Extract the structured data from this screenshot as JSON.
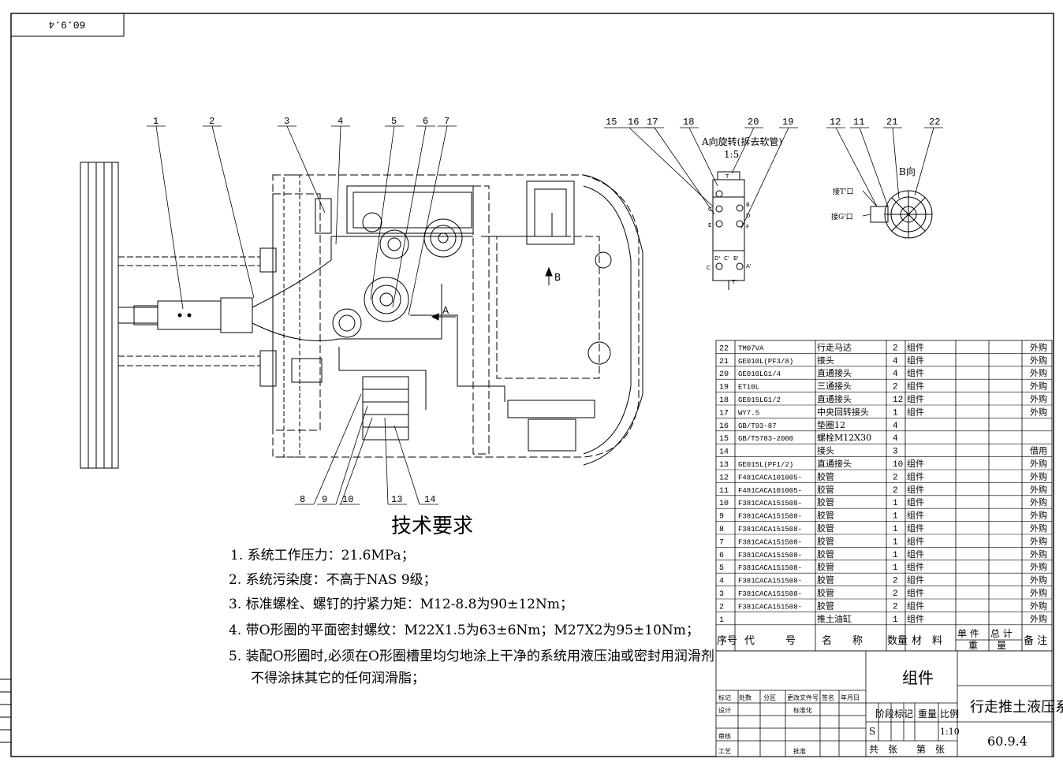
{
  "drawing_number": "60.9.4",
  "drawing_number_rotated": "60.9.4",
  "view_a": {
    "title": "A向旋转(拆去软管)",
    "scale": "1:5"
  },
  "view_b": {
    "title": "B向",
    "port_t": "接T'口",
    "port_g": "接G'口"
  },
  "arrow_labels": {
    "a": "A",
    "b": "B"
  },
  "view_a_port_labels": [
    "T",
    "B",
    "C",
    "D",
    "E",
    "F",
    "D'",
    "C'",
    "B'",
    "C",
    "A'",
    "T'"
  ],
  "main_callouts": [
    "1",
    "2",
    "3",
    "4",
    "5",
    "6",
    "7",
    "8",
    "9",
    "10",
    "13",
    "14"
  ],
  "view_a_callouts": [
    "15",
    "16",
    "17",
    "18",
    "20",
    "19"
  ],
  "view_b_callouts": [
    "12",
    "11",
    "21",
    "22"
  ],
  "tech_requirements": {
    "title": "技术要求",
    "items": [
      "1. 系统工作压力：21.6MPa；",
      "2. 系统污染度：不高于NAS 9级；",
      "3. 标准螺栓、螺钉的拧紧力矩：M12-8.8为90±12Nm；",
      "4. 带O形圈的平面密封螺纹：M22X1.5为63±6Nm；M27X2为95±10Nm；",
      "5. 装配O形圈时,必须在O形圈槽里均匀地涂上干净的系统用液压油或密封用润滑剂，",
      "不得涂抹其它的任何润滑脂；"
    ]
  },
  "parts_list": {
    "rows": [
      {
        "no": "22",
        "code": "TM07VA",
        "name": "行走马达",
        "qty": "2",
        "material": "组件",
        "note": "外购"
      },
      {
        "no": "21",
        "code": "GE010L(PF3/8)",
        "name": "接头",
        "qty": "4",
        "material": "组件",
        "note": "外购"
      },
      {
        "no": "20",
        "code": "GE010LG1/4",
        "name": "直通接头",
        "qty": "4",
        "material": "组件",
        "note": "外购"
      },
      {
        "no": "19",
        "code": "ET10L",
        "name": "三通接头",
        "qty": "2",
        "material": "组件",
        "note": "外购"
      },
      {
        "no": "18",
        "code": "GE015LG1/2",
        "name": "直通接头",
        "qty": "12",
        "material": "组件",
        "note": "外购"
      },
      {
        "no": "17",
        "code": "WY7.5",
        "name": "中央回转接头",
        "qty": "1",
        "material": "组件",
        "note": "外购"
      },
      {
        "no": "16",
        "code": "GB/T93-87",
        "name": "垫圈12",
        "qty": "4",
        "material": "",
        "note": ""
      },
      {
        "no": "15",
        "code": "GB/T5783-2000",
        "name": "螺栓M12X30",
        "qty": "4",
        "material": "",
        "note": ""
      },
      {
        "no": "14",
        "code": "",
        "name": "接头",
        "qty": "3",
        "material": "",
        "note": "借用"
      },
      {
        "no": "13",
        "code": "GE015L(PF1/2)",
        "name": "直通接头",
        "qty": "10",
        "material": "组件",
        "note": "外购"
      },
      {
        "no": "12",
        "code": "F481CACA101005-",
        "name": "胶管",
        "qty": "2",
        "material": "组件",
        "note": "外购"
      },
      {
        "no": "11",
        "code": "F481CACA101005-",
        "name": "胶管",
        "qty": "2",
        "material": "组件",
        "note": "外购"
      },
      {
        "no": "10",
        "code": "F381CACA151508-",
        "name": "胶管",
        "qty": "1",
        "material": "组件",
        "note": "外购"
      },
      {
        "no": "9",
        "code": "F381CACA151508-",
        "name": "胶管",
        "qty": "1",
        "material": "组件",
        "note": "外购"
      },
      {
        "no": "8",
        "code": "F381CACA151508-",
        "name": "胶管",
        "qty": "1",
        "material": "组件",
        "note": "外购"
      },
      {
        "no": "7",
        "code": "F381CACA151508-",
        "name": "胶管",
        "qty": "1",
        "material": "组件",
        "note": "外购"
      },
      {
        "no": "6",
        "code": "F381CACA151508-",
        "name": "胶管",
        "qty": "1",
        "material": "组件",
        "note": "外购"
      },
      {
        "no": "5",
        "code": "F381CACA151508-",
        "name": "胶管",
        "qty": "1",
        "material": "组件",
        "note": "外购"
      },
      {
        "no": "4",
        "code": "F381CACA151508-",
        "name": "胶管",
        "qty": "2",
        "material": "组件",
        "note": "外购"
      },
      {
        "no": "3",
        "code": "F381CACA151508-",
        "name": "胶管",
        "qty": "2",
        "material": "组件",
        "note": "外购"
      },
      {
        "no": "2",
        "code": "F381CACA151508-",
        "name": "胶管",
        "qty": "2",
        "material": "组件",
        "note": "外购"
      },
      {
        "no": "1",
        "code": "",
        "name": "推土油缸",
        "qty": "1",
        "material": "组件",
        "note": "外购"
      }
    ],
    "header": {
      "no": "序号",
      "code": "代　　　号",
      "name": "名　　称",
      "qty": "数量",
      "material": "材　料",
      "unit_weight": "单 件",
      "total_weight": "总 计",
      "weight": "重　　量",
      "note": "备 注"
    }
  },
  "title_block": {
    "assembly": "组件",
    "drawing_title": "行走推土液压系统",
    "drawing_number": "60.9.4",
    "change_row": [
      "标记",
      "处数",
      "分区",
      "更改文件号",
      "签名",
      "年月日"
    ],
    "design": "设计",
    "standardization": "标准化",
    "review": "审核",
    "process": "工艺",
    "approve": "批准",
    "stage_mark": "阶段标记",
    "weight": "重量",
    "scale_label": "比例",
    "stage_value": "S",
    "scale_value": "1:10",
    "sheets": "共　张　　第　张"
  }
}
